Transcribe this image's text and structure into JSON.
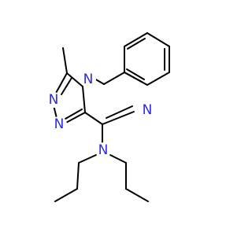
{
  "molecule": {
    "atoms": [
      {
        "id": "N1",
        "label": "N"
      },
      {
        "id": "N2",
        "label": "N"
      },
      {
        "id": "N3",
        "label": "N"
      },
      {
        "id": "N4",
        "label": "N"
      },
      {
        "id": "N5",
        "label": "N"
      }
    ],
    "colors": {
      "bond": "#000000",
      "nitrogen": "#2b2bd9",
      "background": "#ffffff"
    }
  }
}
